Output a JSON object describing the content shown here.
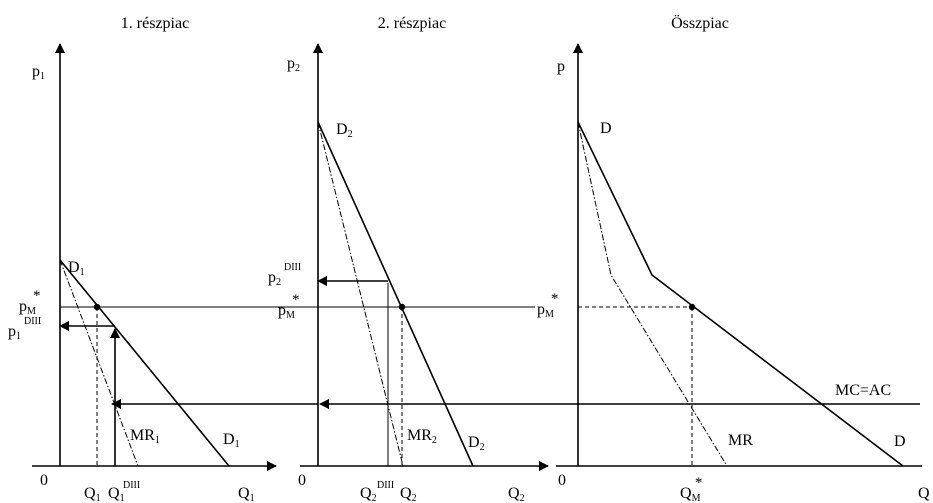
{
  "panels": [
    {
      "title": "1. részpiac",
      "y_axis": {
        "base": "p",
        "sub": "1"
      },
      "x_axis": {
        "base": "Q",
        "sub": "1"
      },
      "origin": "0",
      "curves": {
        "demand_top": {
          "base": "D",
          "sub": "1"
        },
        "demand_bottom": {
          "base": "D",
          "sub": "1"
        },
        "marginal_revenue": {
          "base": "MR",
          "sub": "1"
        }
      },
      "price_pm": {
        "base": "p",
        "sub": "M",
        "sup": "*"
      },
      "price_diii": {
        "base": "p",
        "sub": "1",
        "sup": "DIII"
      },
      "qty_a": {
        "base": "Q",
        "sub": "1"
      },
      "qty_b": {
        "base": "Q",
        "sub": "1",
        "sup": "DIII"
      }
    },
    {
      "title": "2. részpiac",
      "y_axis": {
        "base": "p",
        "sub": "2"
      },
      "x_axis": {
        "base": "Q",
        "sub": "2"
      },
      "origin": "0",
      "curves": {
        "demand_top": {
          "base": "D",
          "sub": "2"
        },
        "demand_bottom": {
          "base": "D",
          "sub": "2"
        },
        "marginal_revenue": {
          "base": "MR",
          "sub": "2"
        }
      },
      "price_pm": {
        "base": "p",
        "sub": "M",
        "sup": "*"
      },
      "price_diii": {
        "base": "p",
        "sub": "2",
        "sup": "DIII"
      },
      "qty_a": {
        "base": "Q",
        "sub": "2",
        "sup": "DIII"
      },
      "qty_b": {
        "base": "Q",
        "sub": "2"
      }
    },
    {
      "title": "Összpiac",
      "y_axis": {
        "base": "p"
      },
      "x_axis": {
        "base": "Q"
      },
      "origin": "0",
      "curves": {
        "demand_top": {
          "base": "D"
        },
        "demand_bottom": {
          "base": "D"
        },
        "marginal_revenue": {
          "base": "MR"
        }
      },
      "price_pm": {
        "base": "p",
        "sub": "M",
        "sup": "*"
      },
      "qty_m": {
        "base": "Q",
        "sub": "M",
        "sup": "*"
      },
      "cost_label": "MC=AC"
    }
  ]
}
